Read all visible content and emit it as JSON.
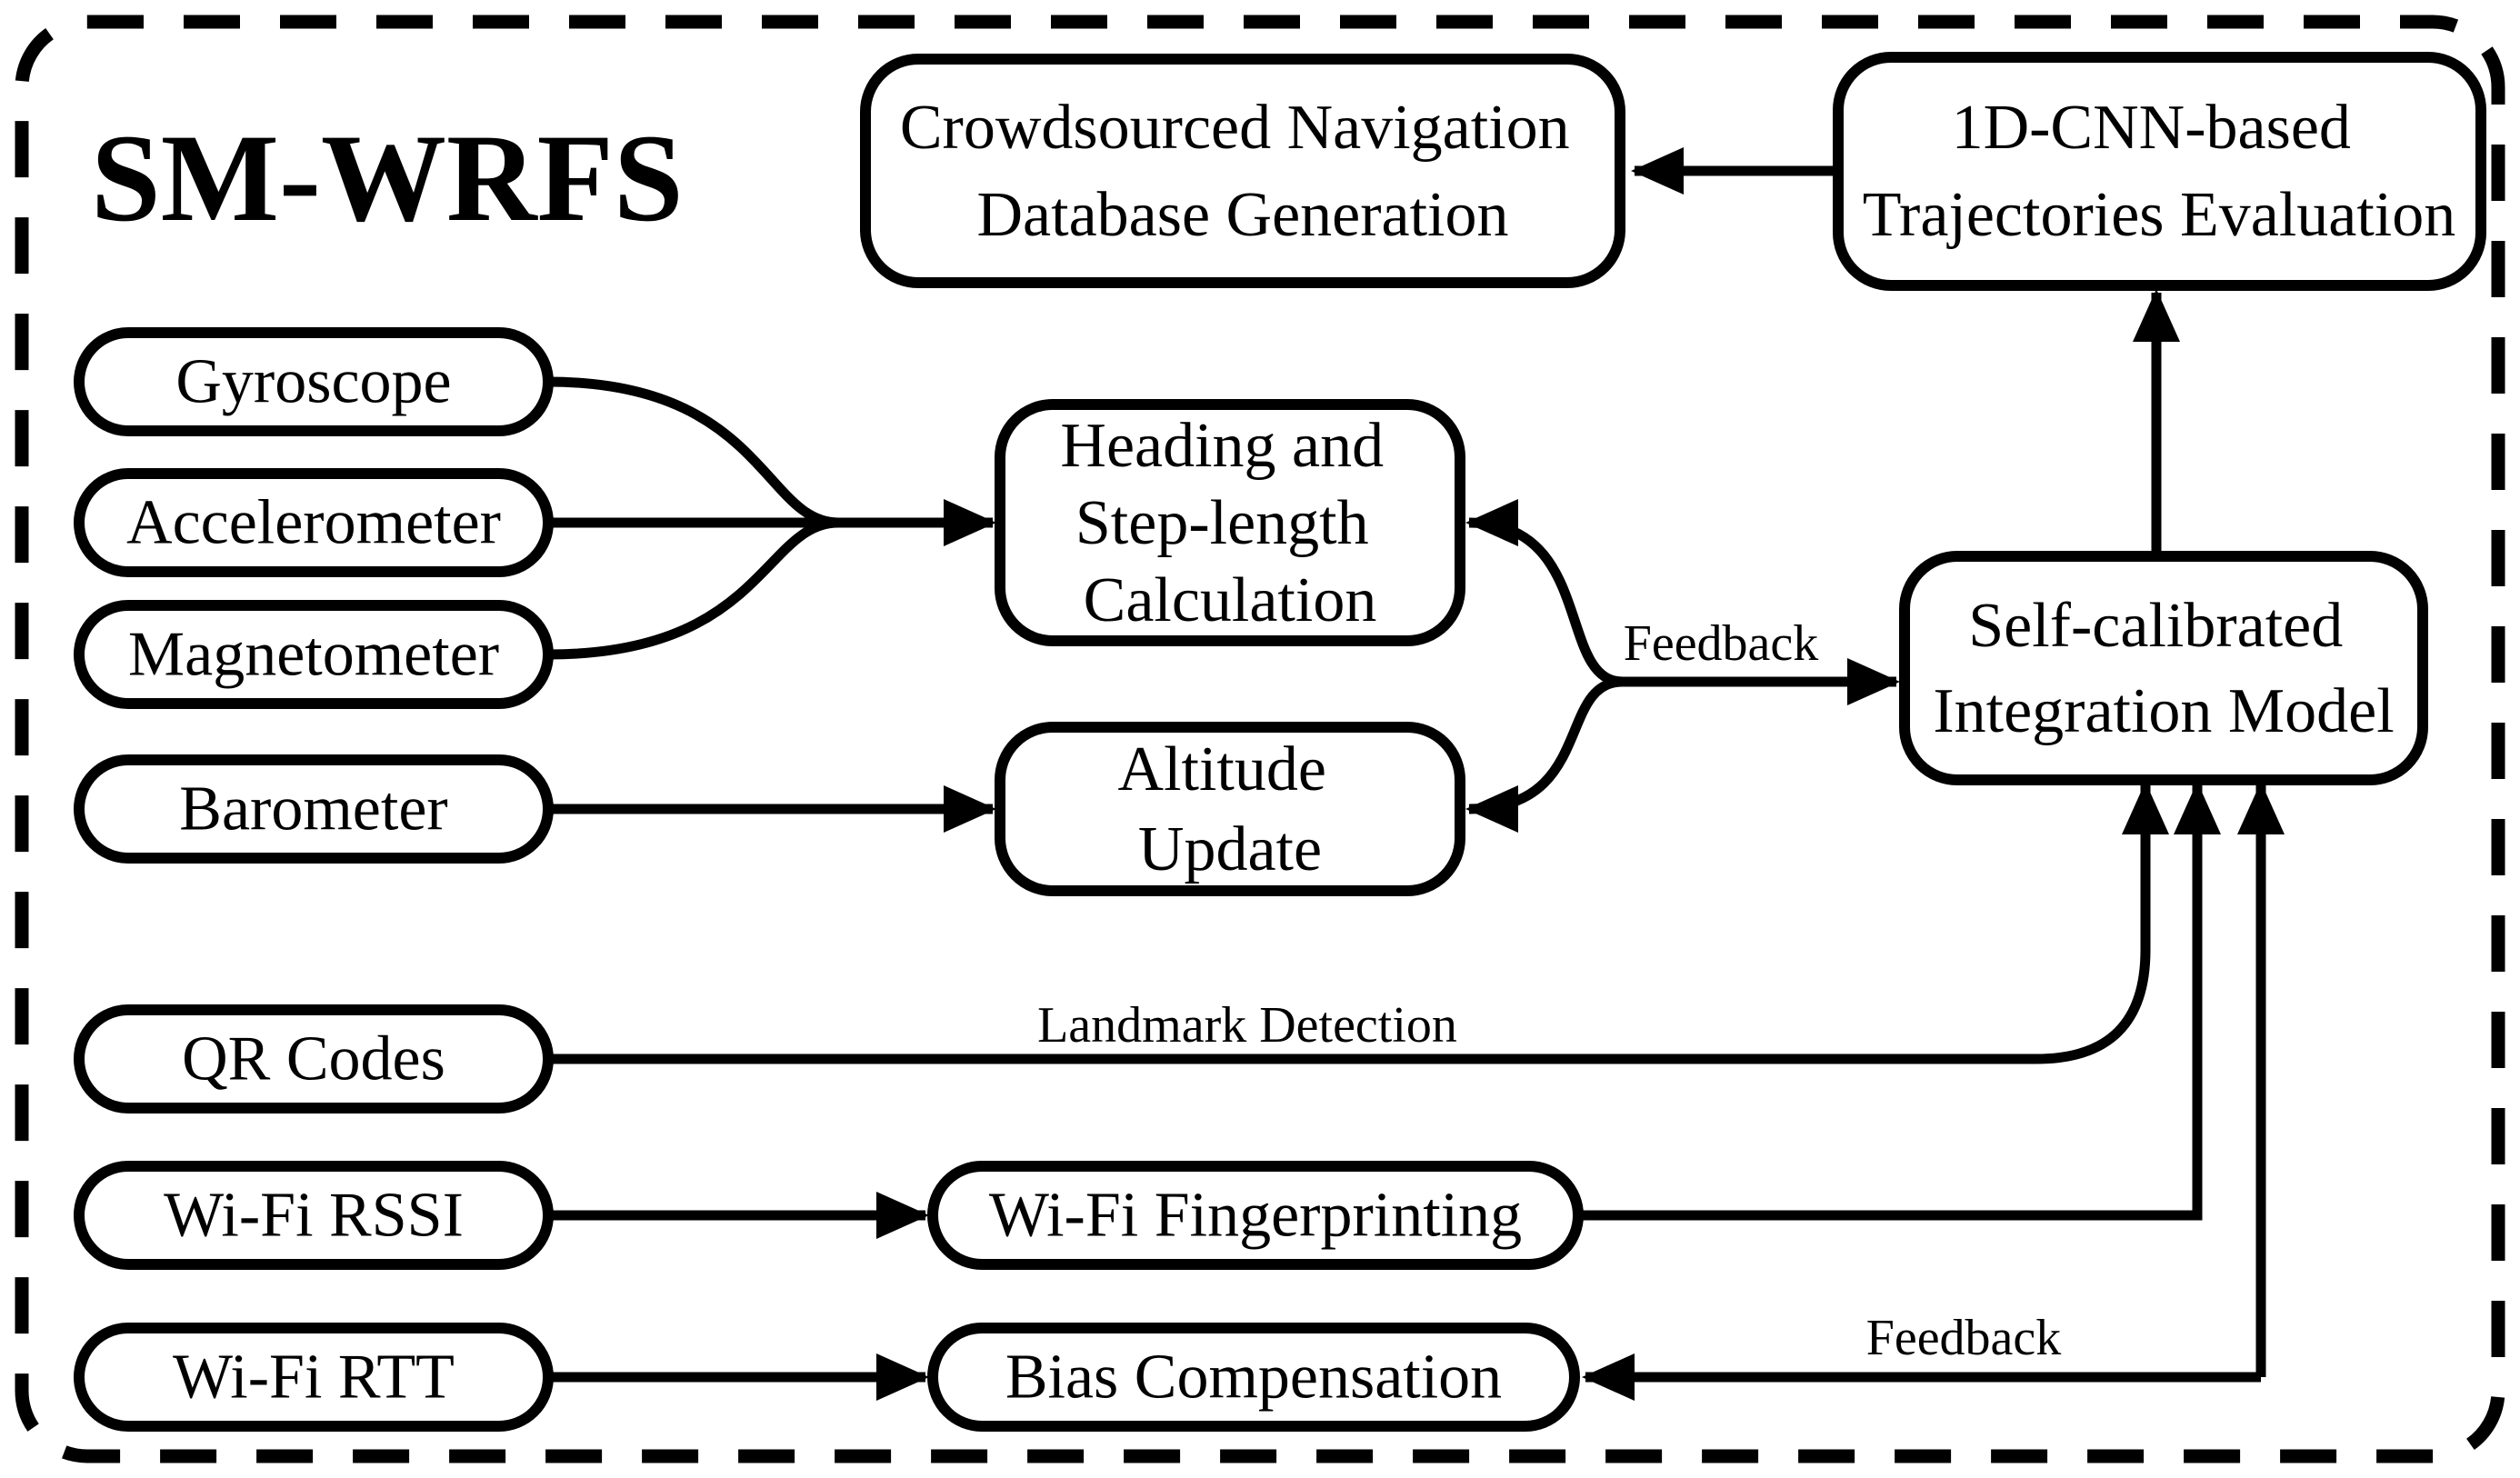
{
  "title": "SM-WRFS",
  "colors": {
    "ink": "#000000",
    "background": "#ffffff"
  },
  "nodes": {
    "crowdsourced": {
      "label": "Crowdsourced Navigation Database Generation",
      "lines": [
        "Crowdsourced Navigation",
        "Database Generation"
      ]
    },
    "cnn": {
      "label": "1D-CNN-based Trajectories Evaluation",
      "lines": [
        "1D-CNN-based",
        "Trajectories Evaluation"
      ]
    },
    "gyroscope": {
      "label": "Gyroscope"
    },
    "accelerometer": {
      "label": "Accelerometer"
    },
    "magnetometer": {
      "label": "Magnetometer"
    },
    "barometer": {
      "label": "Barometer"
    },
    "qr_codes": {
      "label": "QR Codes"
    },
    "wifi_rssi": {
      "label": "Wi-Fi RSSI"
    },
    "wifi_rtt": {
      "label": "Wi-Fi RTT"
    },
    "heading": {
      "label": "Heading and Step-length Calculation",
      "lines": [
        "Heading and",
        "Step-length",
        "Calculation"
      ]
    },
    "altitude": {
      "label": "Altitude Update",
      "lines": [
        "Altitude",
        "Update"
      ]
    },
    "model": {
      "label": "Self-calibrated Integration Model",
      "lines": [
        "Self-calibrated",
        "Integration Model"
      ]
    },
    "wifi_fingerprinting": {
      "label": "Wi-Fi Fingerprinting"
    },
    "bias_compensation": {
      "label": "Bias Compensation"
    }
  },
  "edge_labels": {
    "feedback_top": "Feedback",
    "landmark_detection": "Landmark Detection",
    "feedback_bottom": "Feedback"
  }
}
